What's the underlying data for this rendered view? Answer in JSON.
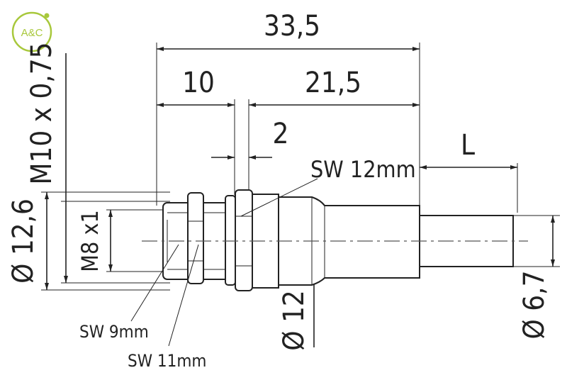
{
  "logo": {
    "text": "A&C",
    "color": "#a8c83c"
  },
  "dimensions": {
    "overall_length": "33,5",
    "front_length": "10",
    "rear_length": "21,5",
    "gap": "2",
    "cable_length": "L",
    "thread_m10": "M10 x 0,75",
    "thread_m8": "M8 x1",
    "dia_12_6": "Ø 12,6",
    "dia_12": "Ø 12",
    "dia_6_7": "Ø 6,7"
  },
  "callouts": {
    "sw12": "SW 12mm",
    "sw9": "SW 9mm",
    "sw11": "SW 11mm"
  }
}
